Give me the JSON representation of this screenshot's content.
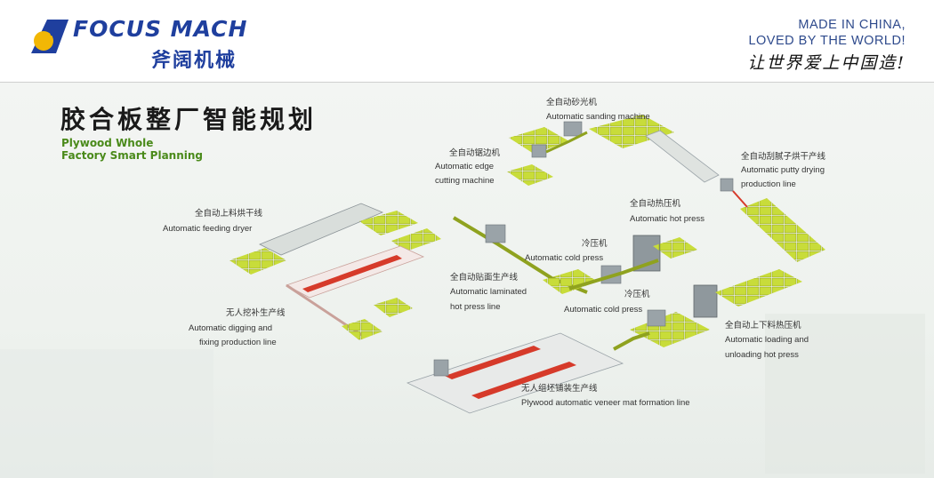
{
  "header": {
    "brand": "FOCUS MACH",
    "brand_cn": "斧阔机械",
    "slogan_line1": "MADE IN CHINA,",
    "slogan_line2": "LOVED BY THE WORLD!",
    "slogan_cn": "让世界爱上中国造!",
    "colors": {
      "brand_blue": "#1f3f9e",
      "logo_yellow": "#f2b705"
    }
  },
  "title": {
    "cn": "胶合板整厂智能规划",
    "en_line1": "Plywood Whole",
    "en_line2": "Factory Smart Planning"
  },
  "labels": {
    "sanding": {
      "cn": "全自动砂光机",
      "en": "Automatic sanding machine"
    },
    "edge": {
      "cn": "全自动锯边机",
      "en1": "Automatic edge",
      "en2": "cutting machine"
    },
    "putty": {
      "cn": "全自动刮腻子烘干产线",
      "en1": "Automatic  putty drying",
      "en2": "production line"
    },
    "feeding": {
      "cn": "全自动上料烘干线",
      "en": "Automatic feeding dryer"
    },
    "hotpress": {
      "cn": "全自动热压机",
      "en": "Automatic hot press"
    },
    "coldpress1": {
      "cn": "冷压机",
      "en": "Automatic cold press"
    },
    "laminated": {
      "cn": "全自动贴面生产线",
      "en1": "Automatic laminated",
      "en2": "hot press line"
    },
    "coldpress2": {
      "cn": "冷压机",
      "en": "Automatic cold press"
    },
    "digging": {
      "cn": "无人挖补生产线",
      "en1": "Automatic  digging and",
      "en2": "fixing production line"
    },
    "loading": {
      "cn": "全自动上下料热压机",
      "en1": "Automatic loading and",
      "en2": "unloading hot press"
    },
    "veneer": {
      "cn": "无人组坯铺装生产线",
      "en": "Plywood automatic veneer mat formation line"
    }
  },
  "colors": {
    "panel_green": "#c8dc3a",
    "panel_side": "#8fa21f",
    "accent_red": "#d63a2a",
    "machine_grey": "#9aa3a8"
  }
}
